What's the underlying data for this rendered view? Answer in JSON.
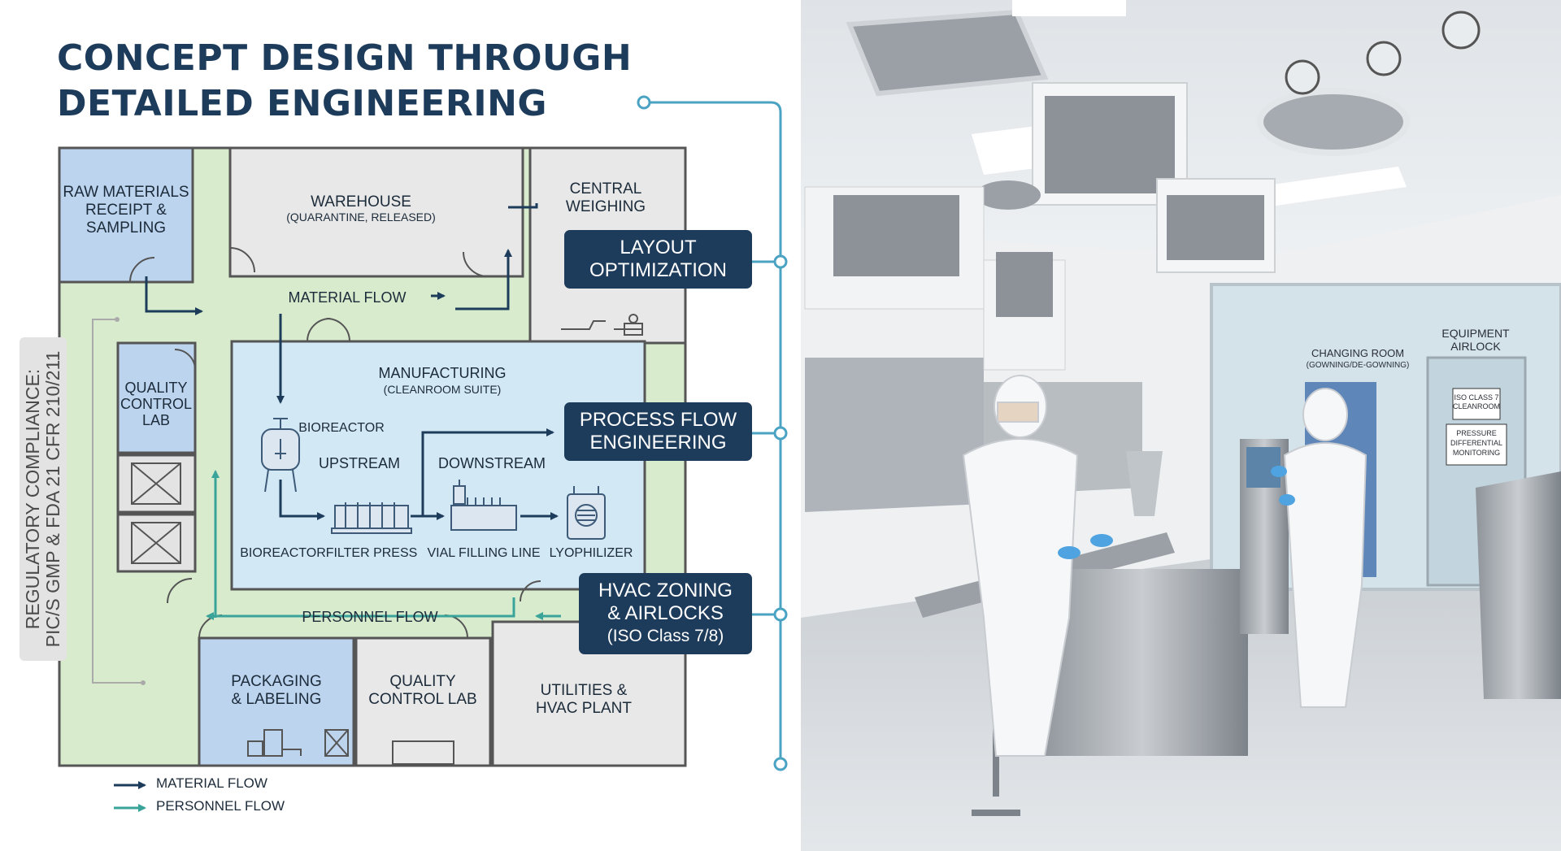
{
  "title": {
    "line1": "CONCEPT DESIGN THROUGH",
    "line2": "DETAILED ENGINEERING"
  },
  "rooms": {
    "raw_materials": [
      "RAW MATERIALS",
      "RECEIPT &",
      "SAMPLING"
    ],
    "warehouse": "WAREHOUSE",
    "warehouse_sub": "(QUARANTINE, RELEASED)",
    "central_weighing": [
      "CENTRAL",
      "WEIGHING"
    ],
    "quality_control_lab_small": [
      "QUALITY",
      "CONTROL",
      "LAB"
    ],
    "manufacturing": "MANUFACTURING",
    "manufacturing_sub": "(CLEANROOM SUITE)",
    "packaging": [
      "PACKAGING",
      "& LABELING"
    ],
    "quality_control_lab": [
      "QUALITY",
      "CONTROL LAB"
    ],
    "utilities": [
      "UTILITIES &",
      "HVAC PLANT"
    ]
  },
  "flows": {
    "material": "MATERIAL FLOW",
    "personnel": "PERSONNEL FLOW"
  },
  "process": {
    "bioreactor_top": "BIOREACTOR",
    "upstream": "UPSTREAM",
    "downstream": "DOWNSTREAM",
    "bioreactor": "BIOREACTOR",
    "filter_press": "FILTER PRESS",
    "vial_filling": "VIAL FILLING LINE",
    "lyophilizer": "LYOPHILIZER"
  },
  "callouts": {
    "layout": [
      "LAYOUT",
      "OPTIMIZATION"
    ],
    "process": [
      "PROCESS FLOW",
      "ENGINEERING"
    ],
    "hvac": [
      "HVAC ZONING",
      "& AIRLOCKS",
      "(ISO Class 7/8)"
    ]
  },
  "regulatory": [
    "REGULATORY COMPLIANCE:",
    "PIC/S GMP & FDA 21 CFR 210/211"
  ],
  "legend": {
    "material": "MATERIAL FLOW",
    "personnel": "PERSONNEL FLOW"
  },
  "photo_signs": {
    "changing_room": "CHANGING ROOM",
    "changing_room_sub": "(GOWNING/DE-GOWNING)",
    "equipment_airlock": [
      "EQUIPMENT",
      "AIRLOCK"
    ],
    "iso_sign": [
      "ISO CLASS 7",
      "CLEANROOM"
    ],
    "pressure_sign": [
      "PRESSURE",
      "DIFFERENTIAL",
      "MONITORING"
    ]
  },
  "colors": {
    "navy": "#1d3b5a",
    "corridor_green": "#d8eccd",
    "room_gray": "#e8e8e8",
    "room_blue": "#bcd4ee",
    "cleanroom_blue": "#d2e8f5",
    "connector_teal": "#4ba3c3"
  }
}
